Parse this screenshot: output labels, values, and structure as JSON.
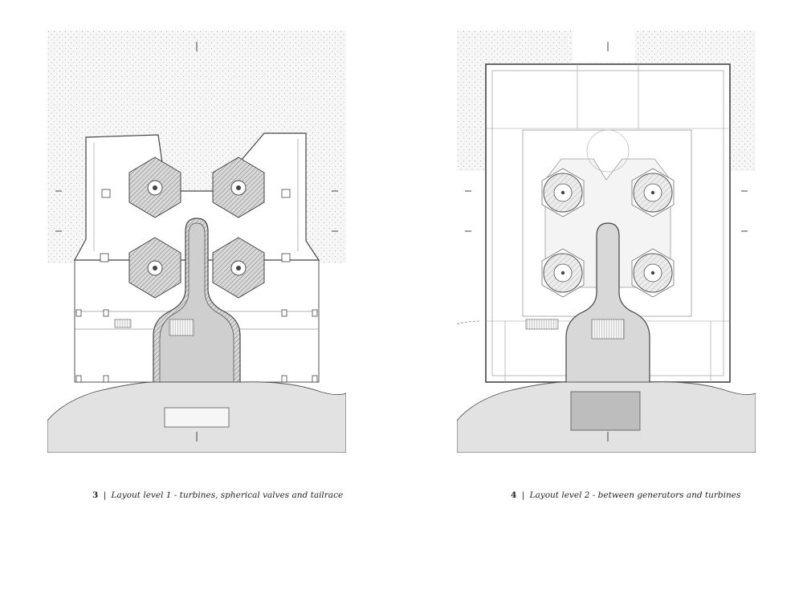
{
  "figures": [
    {
      "number": "3",
      "separator": "|",
      "caption": "Layout level 1 - turbines, spherical valves and tailrace"
    },
    {
      "number": "4",
      "separator": "|",
      "caption": "Layout level 2 - between generators and turbines"
    }
  ],
  "colors": {
    "rock_fill": "#e2e2e2",
    "ground_fill": "#f6f6f6",
    "line": "#555555",
    "light_line": "#9a9a9a",
    "hatch": "#6d6d6d"
  }
}
